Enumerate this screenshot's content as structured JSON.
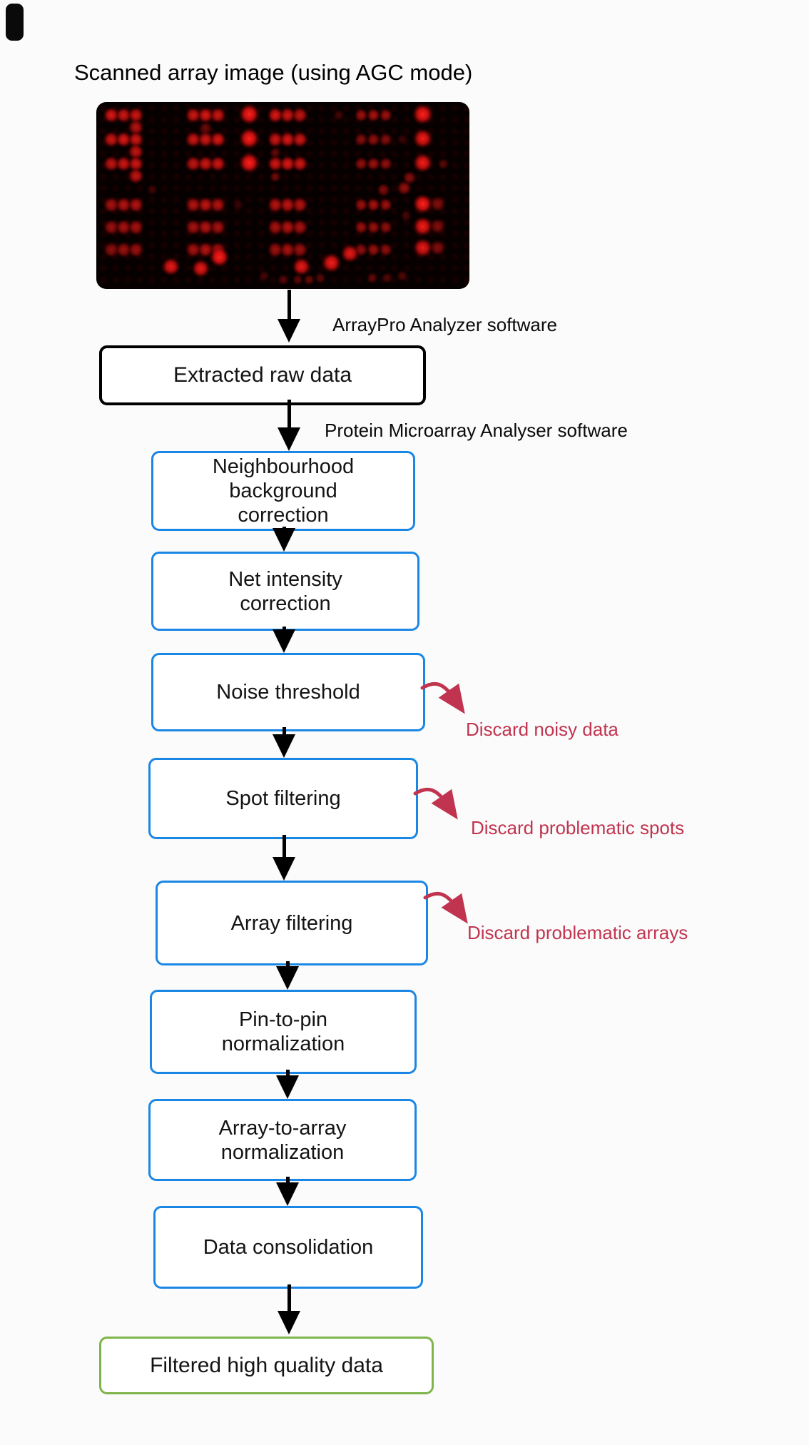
{
  "title": "Scanned array image (using AGC mode)",
  "annotations": {
    "arraypro_software": "ArrayPro Analyzer software",
    "pma_software": "Protein Microarray Analyser software"
  },
  "flow": {
    "source_box": {
      "label": "Extracted raw data"
    },
    "steps": [
      {
        "label": "Neighbourhood background correction"
      },
      {
        "label": "Net intensity correction"
      },
      {
        "label": "Noise threshold",
        "discard": "Discard noisy data"
      },
      {
        "label": "Spot filtering",
        "discard": "Discard problematic spots"
      },
      {
        "label": "Array filtering",
        "discard": "Discard problematic arrays"
      },
      {
        "label": "Pin-to-pin normalization"
      },
      {
        "label": "Array-to-array normalization"
      },
      {
        "label": "Data consolidation"
      }
    ],
    "result_box": {
      "label": "Filtered high quality data"
    }
  },
  "colors": {
    "box_blue": "#1b87e5",
    "box_green": "#7eb54a",
    "discard_red": "#c1344f",
    "arrow_black": "#000000"
  },
  "microarray": {
    "background": "#060000",
    "spots": [
      [
        4,
        7,
        7,
        0.85
      ],
      [
        7.3,
        7,
        7,
        0.8
      ],
      [
        10.6,
        7,
        7,
        0.8
      ],
      [
        26,
        7,
        7,
        0.8
      ],
      [
        29.3,
        7,
        7,
        0.85
      ],
      [
        32.6,
        7,
        7,
        0.8
      ],
      [
        41,
        6.5,
        9,
        1
      ],
      [
        48,
        7,
        7,
        0.85
      ],
      [
        51.3,
        7,
        7,
        0.8
      ],
      [
        54.6,
        7,
        7,
        0.75
      ],
      [
        71,
        7,
        6,
        0.6
      ],
      [
        74.3,
        7,
        6,
        0.65
      ],
      [
        77.6,
        7,
        6,
        0.6
      ],
      [
        87.5,
        6.5,
        9,
        1
      ],
      [
        10.6,
        13.5,
        7,
        0.7
      ],
      [
        29.3,
        14,
        6,
        0.4
      ],
      [
        65,
        7,
        5,
        0.25
      ],
      [
        4,
        20,
        7,
        0.8
      ],
      [
        7.3,
        20,
        7,
        0.85
      ],
      [
        10.6,
        20,
        7,
        0.8
      ],
      [
        26,
        20,
        7,
        0.8
      ],
      [
        29.3,
        20,
        7,
        0.8
      ],
      [
        32.6,
        20,
        7,
        0.85
      ],
      [
        41,
        19.5,
        9,
        1
      ],
      [
        48,
        20,
        7,
        0.8
      ],
      [
        51.3,
        20,
        7,
        0.85
      ],
      [
        54.6,
        20,
        7,
        0.8
      ],
      [
        71,
        20,
        6,
        0.5
      ],
      [
        74.3,
        20,
        6,
        0.55
      ],
      [
        77.6,
        20,
        6,
        0.5
      ],
      [
        87.5,
        19.5,
        8.5,
        0.95
      ],
      [
        10.6,
        26.5,
        7,
        0.75
      ],
      [
        48,
        27,
        5,
        0.35
      ],
      [
        82,
        20,
        5,
        0.2
      ],
      [
        4,
        33,
        7,
        0.75
      ],
      [
        7.3,
        33,
        7,
        0.8
      ],
      [
        10.6,
        33,
        7,
        0.8
      ],
      [
        26,
        33,
        7,
        0.75
      ],
      [
        29.3,
        33,
        7,
        0.8
      ],
      [
        32.6,
        33,
        7,
        0.8
      ],
      [
        41,
        32.5,
        9,
        1
      ],
      [
        48,
        33,
        7,
        0.8
      ],
      [
        51.3,
        33,
        7,
        0.85
      ],
      [
        54.6,
        33,
        7,
        0.8
      ],
      [
        71,
        33,
        6,
        0.55
      ],
      [
        74.3,
        33,
        6,
        0.6
      ],
      [
        77.6,
        33,
        6,
        0.55
      ],
      [
        87.5,
        32.5,
        8.5,
        0.95
      ],
      [
        10.6,
        39.5,
        7,
        0.75
      ],
      [
        48,
        40,
        5,
        0.4
      ],
      [
        84,
        40.5,
        6,
        0.5
      ],
      [
        93,
        33,
        5,
        0.3
      ],
      [
        77,
        47,
        6,
        0.45
      ],
      [
        82.5,
        46,
        6.5,
        0.55
      ],
      [
        15,
        47,
        5,
        0.2
      ],
      [
        38,
        55,
        5,
        0.2
      ],
      [
        4,
        55,
        7,
        0.65
      ],
      [
        7.3,
        55,
        7,
        0.7
      ],
      [
        10.6,
        55,
        7,
        0.7
      ],
      [
        26,
        55,
        7,
        0.7
      ],
      [
        29.3,
        55,
        7,
        0.75
      ],
      [
        32.6,
        55,
        7,
        0.7
      ],
      [
        48,
        55,
        7,
        0.7
      ],
      [
        51.3,
        55,
        7,
        0.75
      ],
      [
        54.6,
        55,
        7,
        0.7
      ],
      [
        71,
        55,
        6,
        0.6
      ],
      [
        74.3,
        55,
        6,
        0.65
      ],
      [
        77.6,
        55,
        6,
        0.6
      ],
      [
        87.5,
        54.5,
        8.5,
        1
      ],
      [
        91.5,
        54.5,
        7,
        0.5
      ],
      [
        4,
        67,
        7,
        0.6
      ],
      [
        7.3,
        67,
        7,
        0.65
      ],
      [
        10.6,
        67,
        7,
        0.65
      ],
      [
        26,
        67,
        7,
        0.65
      ],
      [
        29.3,
        67,
        7,
        0.7
      ],
      [
        32.6,
        67,
        7,
        0.65
      ],
      [
        48,
        67,
        7,
        0.65
      ],
      [
        51.3,
        67,
        7,
        0.7
      ],
      [
        54.6,
        67,
        7,
        0.65
      ],
      [
        71,
        67,
        6,
        0.6
      ],
      [
        74.3,
        67,
        6,
        0.6
      ],
      [
        77.6,
        67,
        6,
        0.55
      ],
      [
        87.5,
        66.5,
        8.5,
        0.95
      ],
      [
        91.5,
        66.5,
        7,
        0.5
      ],
      [
        83,
        61,
        5,
        0.25
      ],
      [
        4,
        79,
        7,
        0.55
      ],
      [
        7.3,
        79,
        7,
        0.6
      ],
      [
        10.6,
        79,
        7,
        0.6
      ],
      [
        26,
        79,
        7,
        0.65
      ],
      [
        29.3,
        79,
        7,
        0.7
      ],
      [
        32.6,
        79,
        7,
        0.65
      ],
      [
        48,
        79,
        7,
        0.6
      ],
      [
        51.3,
        79,
        7,
        0.65
      ],
      [
        54.6,
        79,
        7,
        0.6
      ],
      [
        71,
        79,
        6,
        0.55
      ],
      [
        74.3,
        79,
        6,
        0.6
      ],
      [
        77.6,
        79,
        6,
        0.55
      ],
      [
        87.5,
        78,
        8.5,
        0.9
      ],
      [
        91.5,
        78,
        7,
        0.5
      ],
      [
        20,
        88,
        8,
        0.9
      ],
      [
        28,
        89,
        8,
        0.9
      ],
      [
        33,
        83,
        8.5,
        1
      ],
      [
        55,
        88,
        8,
        0.9
      ],
      [
        63,
        86,
        8.5,
        0.95
      ],
      [
        68,
        81,
        8,
        0.9
      ],
      [
        50,
        95,
        5,
        0.3
      ],
      [
        54,
        95,
        5,
        0.3
      ],
      [
        57,
        95,
        5,
        0.35
      ],
      [
        74,
        94,
        5,
        0.35
      ],
      [
        78,
        94,
        5,
        0.3
      ],
      [
        82,
        93,
        5,
        0.3
      ],
      [
        45,
        93,
        5,
        0.25
      ],
      [
        60,
        94,
        5,
        0.3
      ]
    ]
  }
}
